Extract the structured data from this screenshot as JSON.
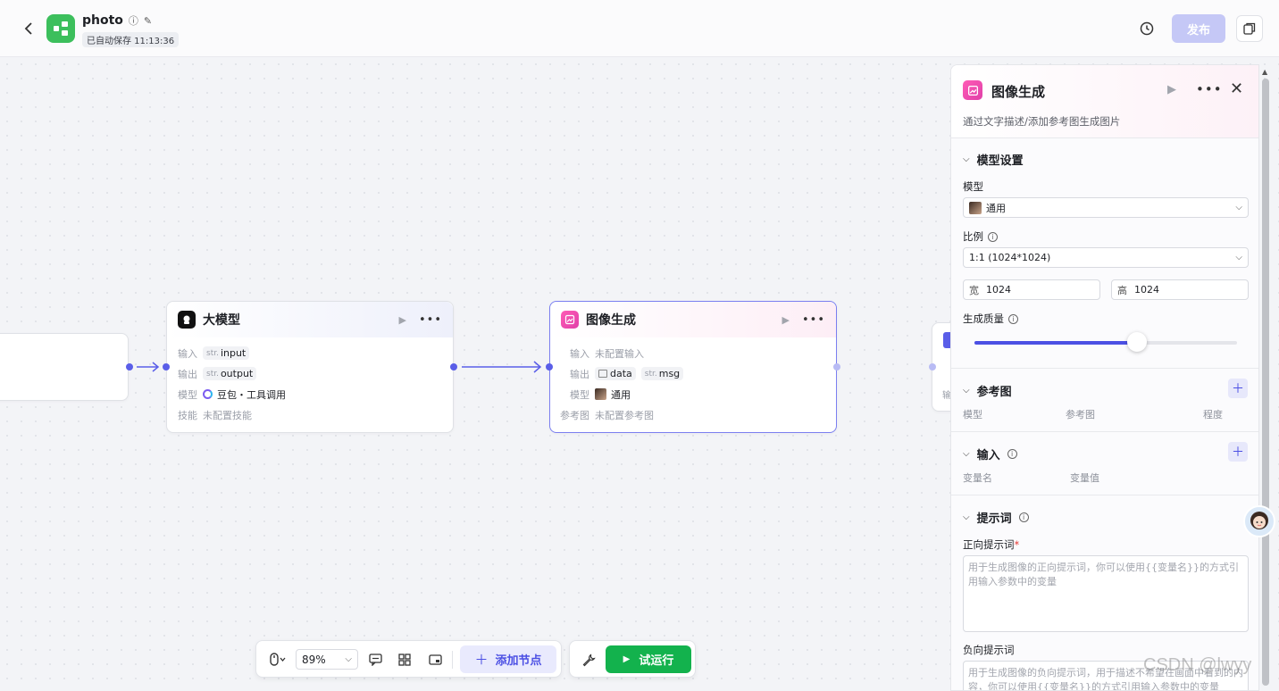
{
  "header": {
    "app_title": "photo",
    "saved_status": "已自动保存 11:13:36",
    "publish_label": "发布"
  },
  "nodes": {
    "llm": {
      "title": "大模型",
      "rows": {
        "input_label": "输入",
        "input_type": "str.",
        "input_value": "input",
        "output_label": "输出",
        "output_type": "str.",
        "output_value": "output",
        "model_label": "模型",
        "model_value": "豆包・工具调用",
        "skill_label": "技能",
        "skill_value": "未配置技能"
      }
    },
    "image_gen": {
      "title": "图像生成",
      "rows": {
        "input_label": "输入",
        "input_value": "未配置输入",
        "output_label": "输出",
        "output_data": "data",
        "output_type": "str.",
        "output_msg": "msg",
        "model_label": "模型",
        "model_value": "通用",
        "ref_label": "参考图",
        "ref_value": "未配置参考图"
      }
    },
    "partial_right_label": "输"
  },
  "panel": {
    "title": "图像生成",
    "description": "通过文字描述/添加参考图生成图片",
    "model_settings": {
      "title": "模型设置",
      "model_label": "模型",
      "model_value": "通用",
      "ratio_label": "比例",
      "ratio_value": "1:1 (1024*1024)",
      "width_prefix": "宽",
      "width_value": "1024",
      "height_prefix": "高",
      "height_value": "1024",
      "quality_label": "生成质量",
      "quality_level": 0.62
    },
    "reference": {
      "title": "参考图",
      "columns": [
        "模型",
        "参考图",
        "程度"
      ]
    },
    "inputs": {
      "title": "输入",
      "columns": [
        "变量名",
        "变量值"
      ]
    },
    "prompt": {
      "title": "提示词",
      "positive_label": "正向提示词",
      "required_mark": "*",
      "positive_placeholder": "用于生成图像的正向提示词，你可以使用{{变量名}}的方式引用输入参数中的变量",
      "negative_label": "负向提示词",
      "negative_placeholder": "用于生成图像的负向提示词，用于描述不希望在画面中看到的内容，你可以使用{{变量名}}的方式引用输入参数中的变量"
    }
  },
  "toolbar": {
    "zoom_value": "89%",
    "add_node_label": "添加节点",
    "run_label": "试运行"
  },
  "watermark": "CSDN @lwyy"
}
